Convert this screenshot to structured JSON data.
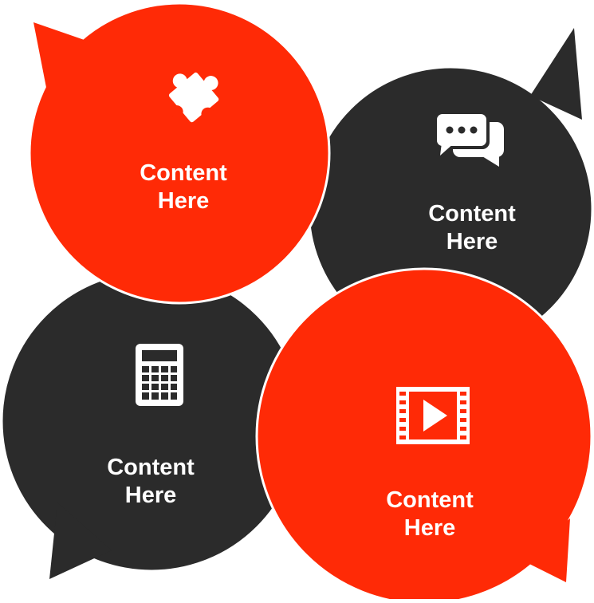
{
  "colors": {
    "red": "#ff2a06",
    "dark": "#2b2b2b",
    "outline": "#ffffff",
    "icon_on_dark": "#ffffff",
    "icon_on_red": "#ffffff"
  },
  "bubbles": [
    {
      "id": "top-left",
      "text": "Content\nHere",
      "color": "red",
      "icon": "puzzle-icon"
    },
    {
      "id": "top-right",
      "text": "Content\nHere",
      "color": "dark",
      "icon": "chat-bubbles-icon"
    },
    {
      "id": "bottom-left",
      "text": "Content\nHere",
      "color": "dark",
      "icon": "calculator-icon"
    },
    {
      "id": "bottom-right",
      "text": "Content\nHere",
      "color": "red",
      "icon": "video-play-icon"
    }
  ]
}
